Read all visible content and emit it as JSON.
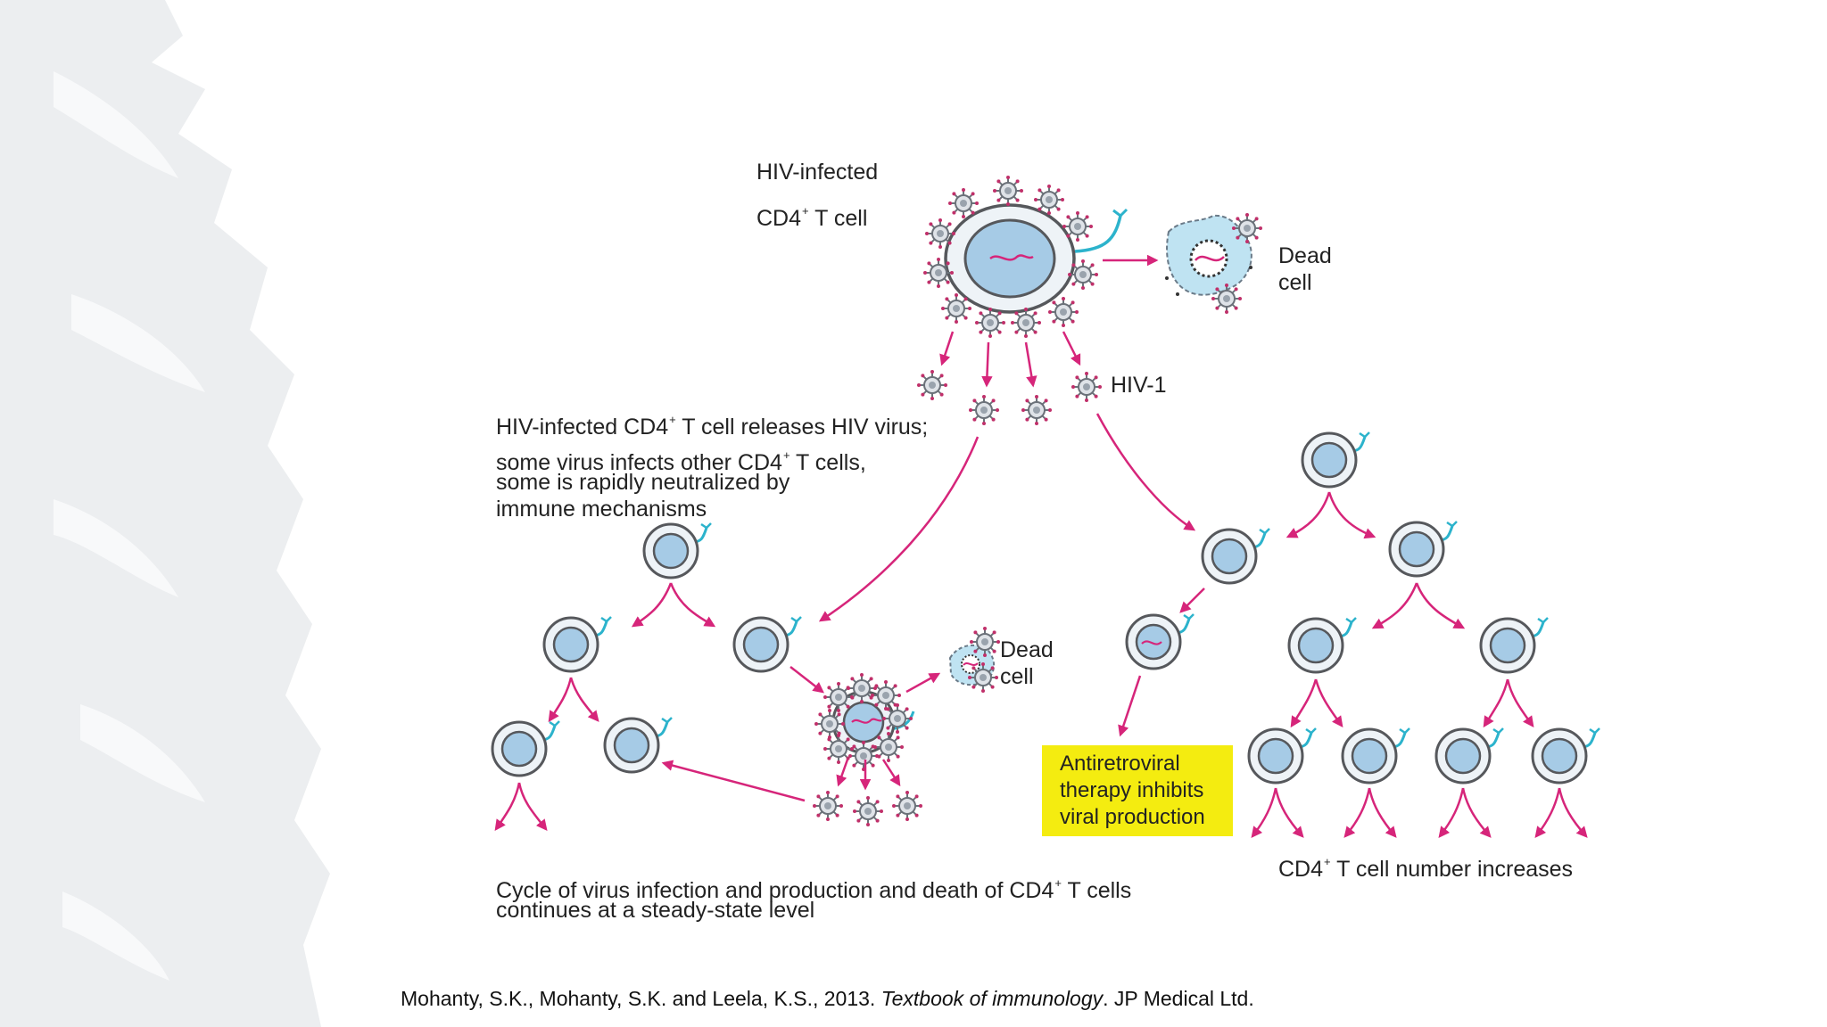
{
  "labels": {
    "infected_cell_line1": "HIV-infected",
    "infected_cell_line2_pre": "CD4",
    "infected_cell_line2_sup": "+",
    "infected_cell_line2_post": " T cell",
    "dead_cell_line1": "Dead",
    "dead_cell_line2": "cell",
    "hiv1": "HIV-1",
    "release_line1_pre": "HIV-infected CD4",
    "release_line1_sup": "+",
    "release_line1_post": " T cell releases HIV virus;",
    "release_line2_pre": "some virus infects other CD4",
    "release_line2_sup": "+",
    "release_line2_post": " T cells,",
    "release_line3": "some is rapidly neutralized by",
    "release_line4": "immune mechanisms",
    "therapy_line1": "Antiretroviral",
    "therapy_line2": "therapy inhibits",
    "therapy_line3": "viral production",
    "increase_pre": "CD4",
    "increase_sup": "+",
    "increase_post": " T cell number increases",
    "cycle_line1_pre": "Cycle of virus infection and production and death of CD4",
    "cycle_line1_sup": "+",
    "cycle_line1_post": " T cells",
    "cycle_line2": "continues at a steady-state level"
  },
  "citation": {
    "authors": "Mohanty, S.K., Mohanty, S.K. and Leela, K.S., 2013. ",
    "title": "Textbook of immunology",
    "publisher": ". JP Medical Ltd."
  },
  "colors": {
    "arrow": "#d6257a",
    "cell_fill": "#eef3f7",
    "cell_stroke": "#56585c",
    "nucleus_fill": "#a6cbe6",
    "receptor": "#2cb3cc",
    "virus": "#8d949c",
    "therapy_box": "#f4ec10",
    "viral_rna": "#d6257a"
  }
}
